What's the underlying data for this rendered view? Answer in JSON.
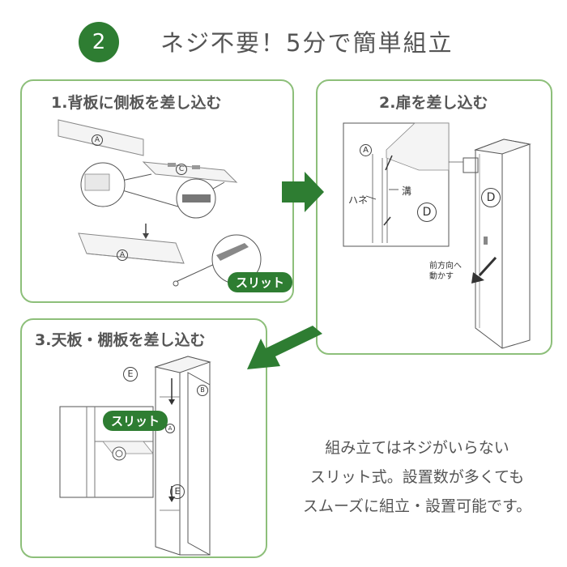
{
  "header": {
    "step_number": "2",
    "title": "ネジ不要！5分で簡単組立"
  },
  "panel1": {
    "title": "1.背板に側板を差し込む",
    "label_a": "A",
    "label_c": "C",
    "label_a2": "A",
    "badge": "スリット"
  },
  "panel2": {
    "title": "2.扉を差し込む",
    "label_a": "A",
    "label_hane": "ハネ",
    "label_mizo": "溝",
    "label_d_inset": "D",
    "label_d": "D",
    "direction_note": "前方向へ\n動かす"
  },
  "panel3": {
    "title": "3.天板・棚板を差し込む",
    "label_e_top": "E",
    "label_b": "B",
    "label_a": "A",
    "label_e_bottom": "E",
    "badge": "スリット"
  },
  "note": {
    "lines": [
      "組み立てはネジがいらない",
      "スリット式。設置数が多くても",
      "スムーズに組立・設置可能です。"
    ]
  },
  "colors": {
    "green": "#2e7d32",
    "panel_border": "#8dbf7a",
    "text": "#555555"
  }
}
